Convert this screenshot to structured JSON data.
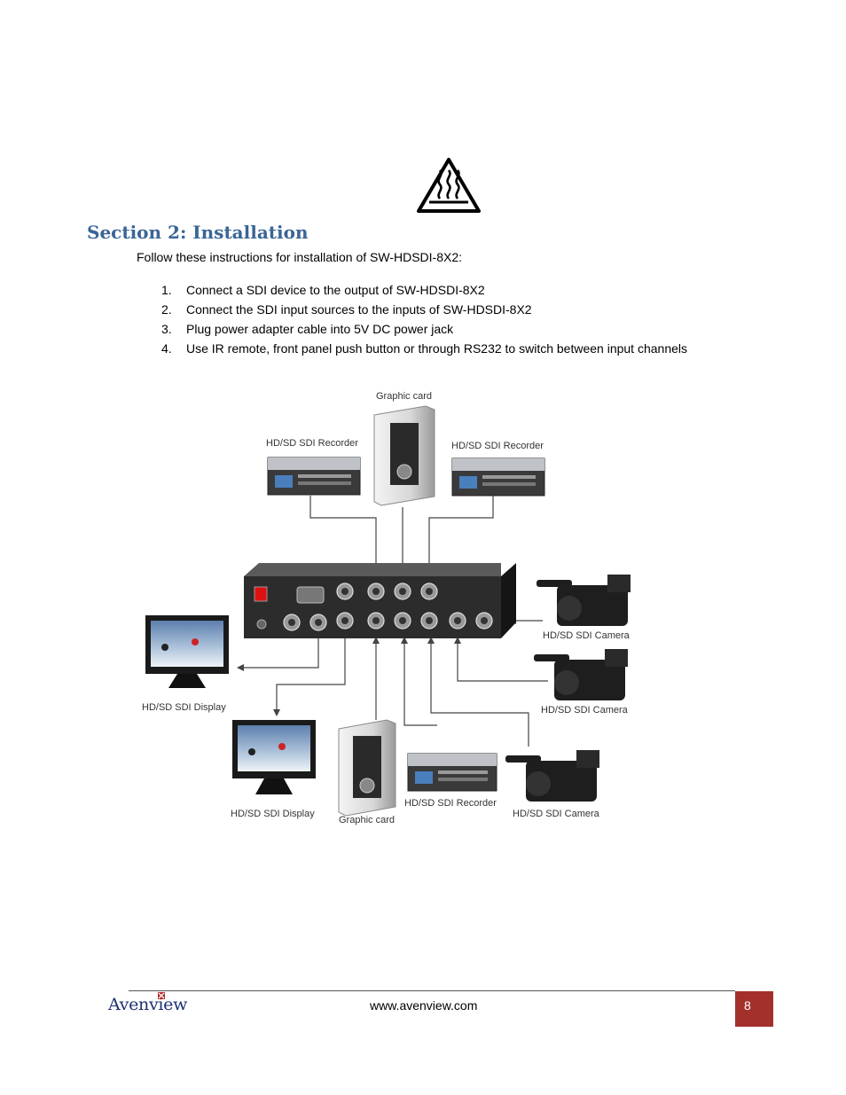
{
  "section": {
    "title": "Section 2: Installation",
    "intro": "Follow these instructions for installation of SW-HDSDI-8X2:"
  },
  "steps": [
    {
      "num": "1.",
      "text": "Connect a SDI device to the output of SW-HDSDI-8X2"
    },
    {
      "num": "2.",
      "text": "Connect the SDI input sources to the inputs of SW-HDSDI-8X2"
    },
    {
      "num": "3.",
      "text": "Plug power adapter cable into 5V DC power jack"
    },
    {
      "num": "4.",
      "text": "Use IR remote, front panel push button or through RS232 to switch between input channels"
    }
  ],
  "diagram": {
    "labels": {
      "graphic_card_top": "Graphic card",
      "recorder_left": "HD/SD SDI Recorder",
      "recorder_right": "HD/SD SDI Recorder",
      "camera_1": "HD/SD SDI Camera",
      "camera_2": "HD/SD SDI Camera",
      "camera_3": "HD/SD SDI Camera",
      "display_left": "HD/SD SDI Display",
      "display_bottom": "HD/SD SDI Display",
      "graphic_card_bottom": "Graphic card",
      "recorder_bottom": "HD/SD SDI Recorder"
    }
  },
  "footer": {
    "logo": "Avenview",
    "url": "www.avenview.com",
    "page": "8"
  },
  "colors": {
    "heading": "#3a6596",
    "page_box": "#a4302b",
    "logo": "#1c2f73"
  }
}
